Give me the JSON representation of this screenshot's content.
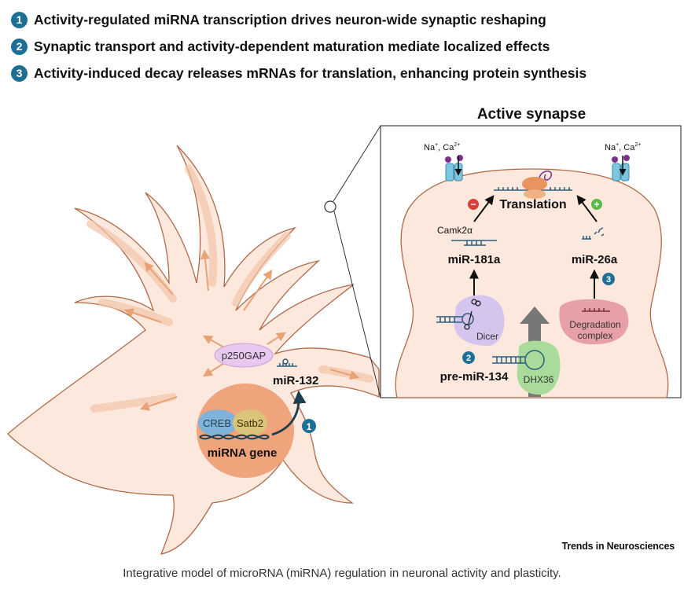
{
  "legend": [
    {
      "number": "1",
      "text": "Activity-regulated miRNA transcription drives neuron-wide synaptic reshaping"
    },
    {
      "number": "2",
      "text": "Synaptic transport and activity-dependent maturation mediate localized effects"
    },
    {
      "number": "3",
      "text": "Activity-induced decay releases mRNAs for translation, enhancing protein synthesis"
    }
  ],
  "neuron": {
    "p250gap": "p250GAP",
    "mir132": "miR-132",
    "creb": "CREB",
    "satb2": "Satb2",
    "gene": "miRNA gene",
    "step1": "1"
  },
  "synapse": {
    "title": "Active synapse",
    "ions_left": {
      "base": "Na",
      "sup1": "+",
      "mid": ", Ca",
      "sup2": "2+"
    },
    "ions_right": {
      "base": "Na",
      "sup1": "+",
      "mid": ", Ca",
      "sup2": "2+"
    },
    "translation": "Translation",
    "minus": "−",
    "plus": "+",
    "camk": "Camk2α",
    "mir181a": "miR-181a",
    "mir26a": "miR-26a",
    "dicer": "Dicer",
    "degradation_line1": "Degradation",
    "degradation_line2": "complex",
    "dhx36": "DHX36",
    "premir134": "pre-miR-134",
    "step2": "2",
    "step3": "3"
  },
  "footer": {
    "journal": "Trends in Neurosciences",
    "caption": "Integrative model of microRNA (miRNA) regulation in neuronal activity and plasticity."
  },
  "colors": {
    "badge": "#1e6f96",
    "neuron_fill": "#fce8dc",
    "neuron_stroke": "#b06a4a",
    "nucleus": "#f0a47c",
    "arrow_orange": "#e8a276",
    "creb": "#7fb3d9",
    "satb2": "#d9c47a",
    "dicer": "#d4c4ee",
    "degradation": "#e8a0a8",
    "dhx36": "#a9dc9a",
    "dark": "#1d3d52"
  }
}
